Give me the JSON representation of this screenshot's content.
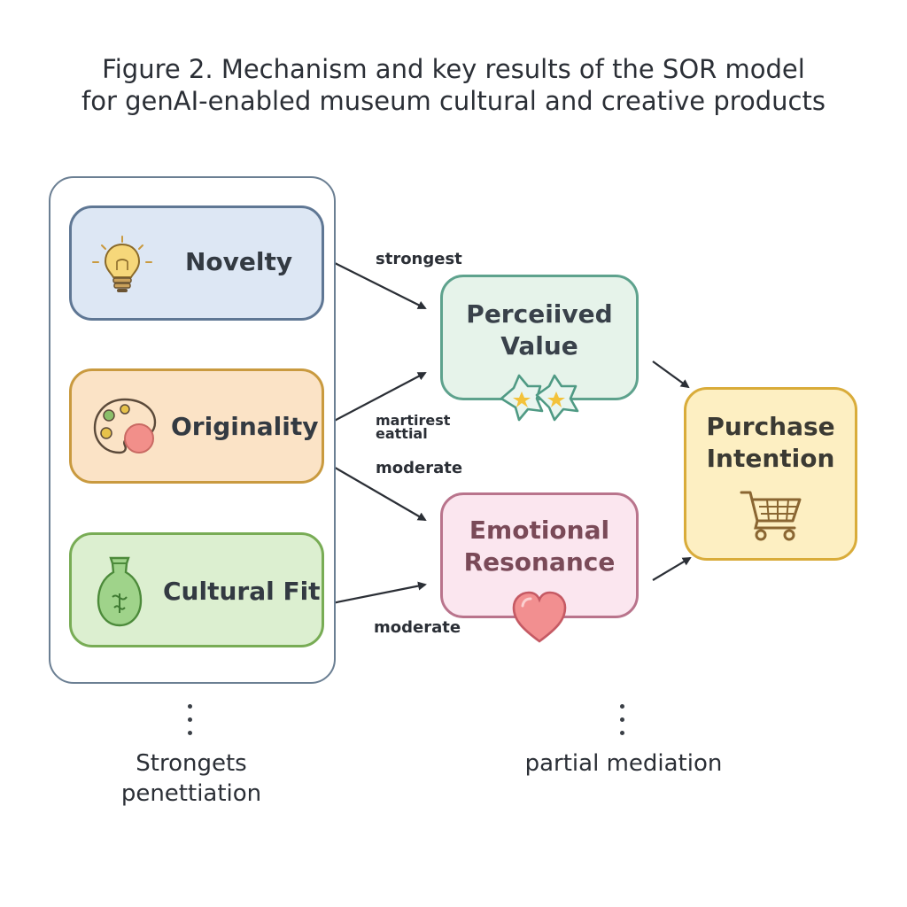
{
  "title": {
    "line1": "Figure 2. Mechanism and key results of the SOR model",
    "line2": "for genAI-enabled museum cultural and creative products"
  },
  "stimuli": [
    {
      "label": "Novelty",
      "icon": "lightbulb-icon"
    },
    {
      "label": "Originality",
      "icon": "palette-icon"
    },
    {
      "label": "Cultural Fit",
      "icon": "vase-icon"
    }
  ],
  "organism": [
    {
      "label_line1": "Perceiived",
      "label_line2": "Value",
      "icon": "stars-icon"
    },
    {
      "label_line1": "Emotional",
      "label_line2": "Resonance",
      "icon": "heart-icon"
    }
  ],
  "response": {
    "label_line1": "Purchase",
    "label_line2": "Intention",
    "icon": "shopping-cart-icon"
  },
  "edges": {
    "novelty_pv": "strongest",
    "originality_pv_line1": "martirest",
    "originality_pv_line2": "eattial",
    "originality_er": "moderate",
    "cultural_er": "moderate"
  },
  "footnotes": {
    "left_line1": "Strongets",
    "left_line2": "penettiation",
    "right": "partial mediation"
  },
  "colors": {
    "novelty_fill": "#dde7f4",
    "originality_fill": "#fbe3c6",
    "cultural_fill": "#dcefd0",
    "pv_fill": "#e6f3ea",
    "er_fill": "#fbe6ef",
    "pi_fill": "#fdefc2"
  }
}
